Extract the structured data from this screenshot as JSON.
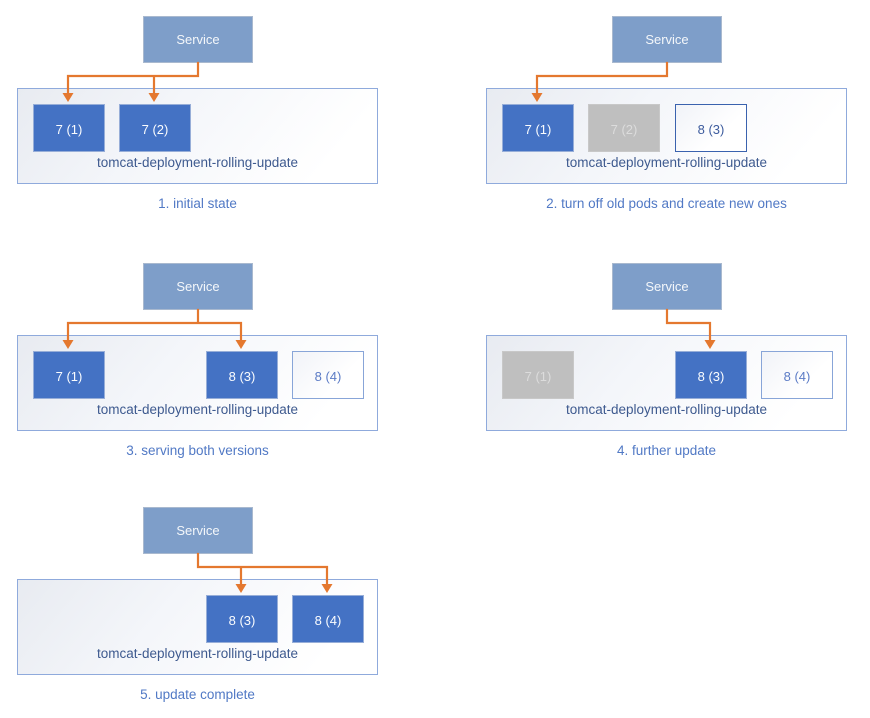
{
  "colors": {
    "arrow": "#E4782F",
    "service_fill": "#7E9EC9",
    "service_border": "#A9B9CF",
    "pod_active_fill": "#4472C4",
    "pod_active_border": "#97AED8",
    "pod_terminated_fill": "#BFBFBF",
    "pod_terminated_text": "#DCDCDC",
    "pod_new_border": "#3A62AE",
    "pod_new_text": "#3D5C9E",
    "pod_pending_border": "#88A5D8",
    "pod_pending_text": "#5C7CC6",
    "deployment_border": "#8FAADC",
    "deployment_label_text": "#3E5A8F",
    "caption_text": "#5179C5"
  },
  "panels": [
    {
      "caption": "1. initial state",
      "service_label": "Service",
      "deployment_label": "tomcat-deployment-rolling-update",
      "pods": [
        {
          "label": "7 (1)",
          "state": "active",
          "slot": 0
        },
        {
          "label": "7 (2)",
          "state": "active",
          "slot": 1
        }
      ],
      "arrow_targets": [
        0,
        1
      ]
    },
    {
      "caption": "2. turn off old pods and create new ones",
      "service_label": "Service",
      "deployment_label": "tomcat-deployment-rolling-update",
      "pods": [
        {
          "label": "7 (1)",
          "state": "active",
          "slot": 0
        },
        {
          "label": "7 (2)",
          "state": "terminated",
          "slot": 1
        },
        {
          "label": "8 (3)",
          "state": "new",
          "slot": 2
        }
      ],
      "arrow_targets": [
        0
      ]
    },
    {
      "caption": "3. serving both versions",
      "service_label": "Service",
      "deployment_label": "tomcat-deployment-rolling-update",
      "pods": [
        {
          "label": "7 (1)",
          "state": "active",
          "slot": 0
        },
        {
          "label": "8 (3)",
          "state": "active",
          "slot": 2
        },
        {
          "label": "8 (4)",
          "state": "pending",
          "slot": 3
        }
      ],
      "arrow_targets": [
        0,
        1
      ]
    },
    {
      "caption": "4. further update",
      "service_label": "Service",
      "deployment_label": "tomcat-deployment-rolling-update",
      "pods": [
        {
          "label": "7 (1)",
          "state": "terminated",
          "slot": 0
        },
        {
          "label": "8 (3)",
          "state": "active",
          "slot": 2
        },
        {
          "label": "8 (4)",
          "state": "pending",
          "slot": 3
        }
      ],
      "arrow_targets": [
        1
      ]
    },
    {
      "caption": "5. update complete",
      "service_label": "Service",
      "deployment_label": "tomcat-deployment-rolling-update",
      "pods": [
        {
          "label": "8 (3)",
          "state": "active",
          "slot": 2
        },
        {
          "label": "8 (4)",
          "state": "active",
          "slot": 3
        }
      ],
      "arrow_targets": [
        0,
        1
      ]
    }
  ]
}
